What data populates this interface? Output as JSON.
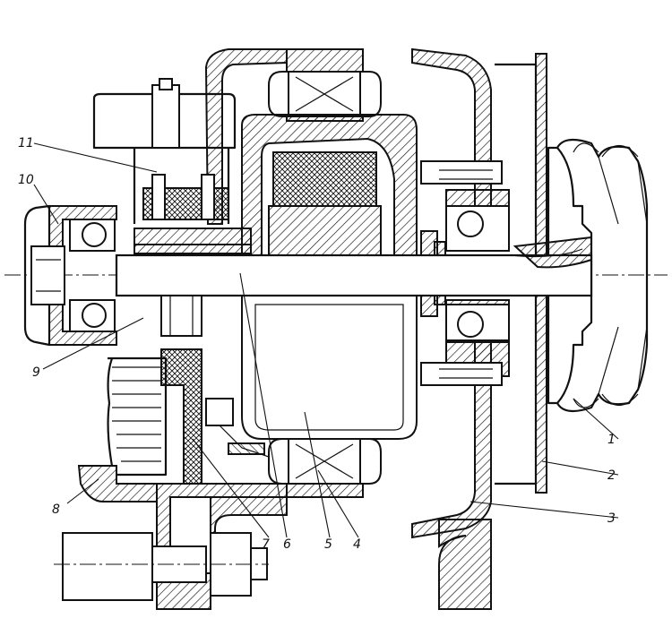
{
  "figure": {
    "callouts": [
      {
        "id": "1",
        "label": "1"
      },
      {
        "id": "2",
        "label": "2"
      },
      {
        "id": "3",
        "label": "3"
      },
      {
        "id": "4",
        "label": "4"
      },
      {
        "id": "5",
        "label": "5"
      },
      {
        "id": "6",
        "label": "6"
      },
      {
        "id": "7",
        "label": "7"
      },
      {
        "id": "8",
        "label": "8"
      },
      {
        "id": "9",
        "label": "9"
      },
      {
        "id": "10",
        "label": "10"
      },
      {
        "id": "11",
        "label": "11"
      }
    ]
  }
}
